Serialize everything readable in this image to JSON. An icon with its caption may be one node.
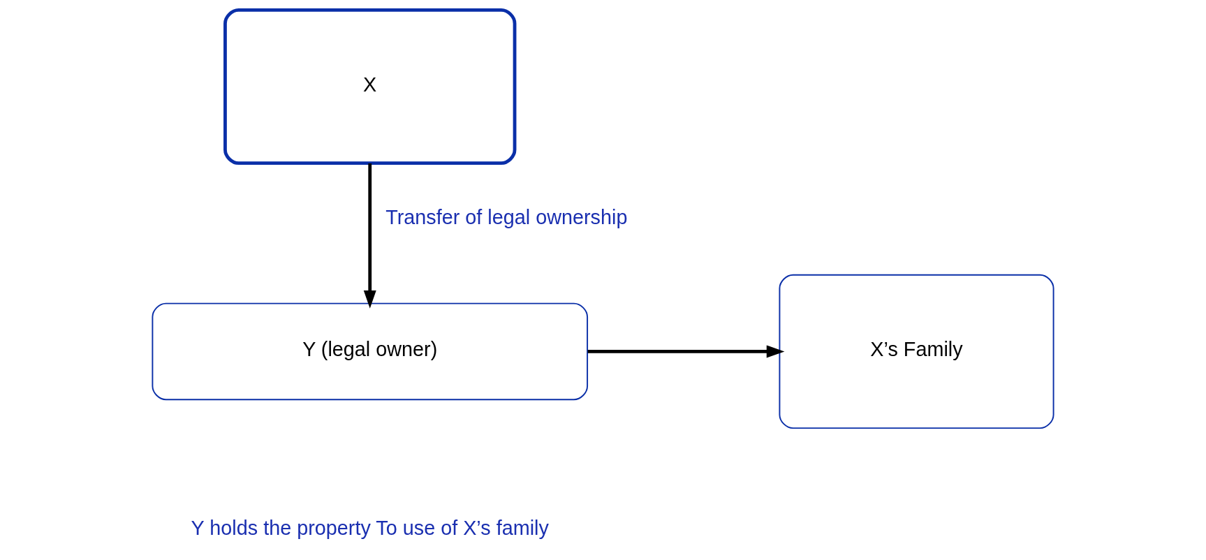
{
  "diagram": {
    "nodes": [
      {
        "text": [
          "X"
        ]
      },
      {
        "text": [
          "Y (legal owner)"
        ]
      },
      {
        "text": [
          "X’s Family"
        ]
      }
    ],
    "edges": [
      {
        "from": 0,
        "to": 1,
        "arrow": "to",
        "label": "Transfer of legal ownership"
      },
      {
        "from": 1,
        "to": 2,
        "arrow": "to"
      }
    ],
    "labels": [
      "Y holds the property To use of X’s family"
    ]
  }
}
